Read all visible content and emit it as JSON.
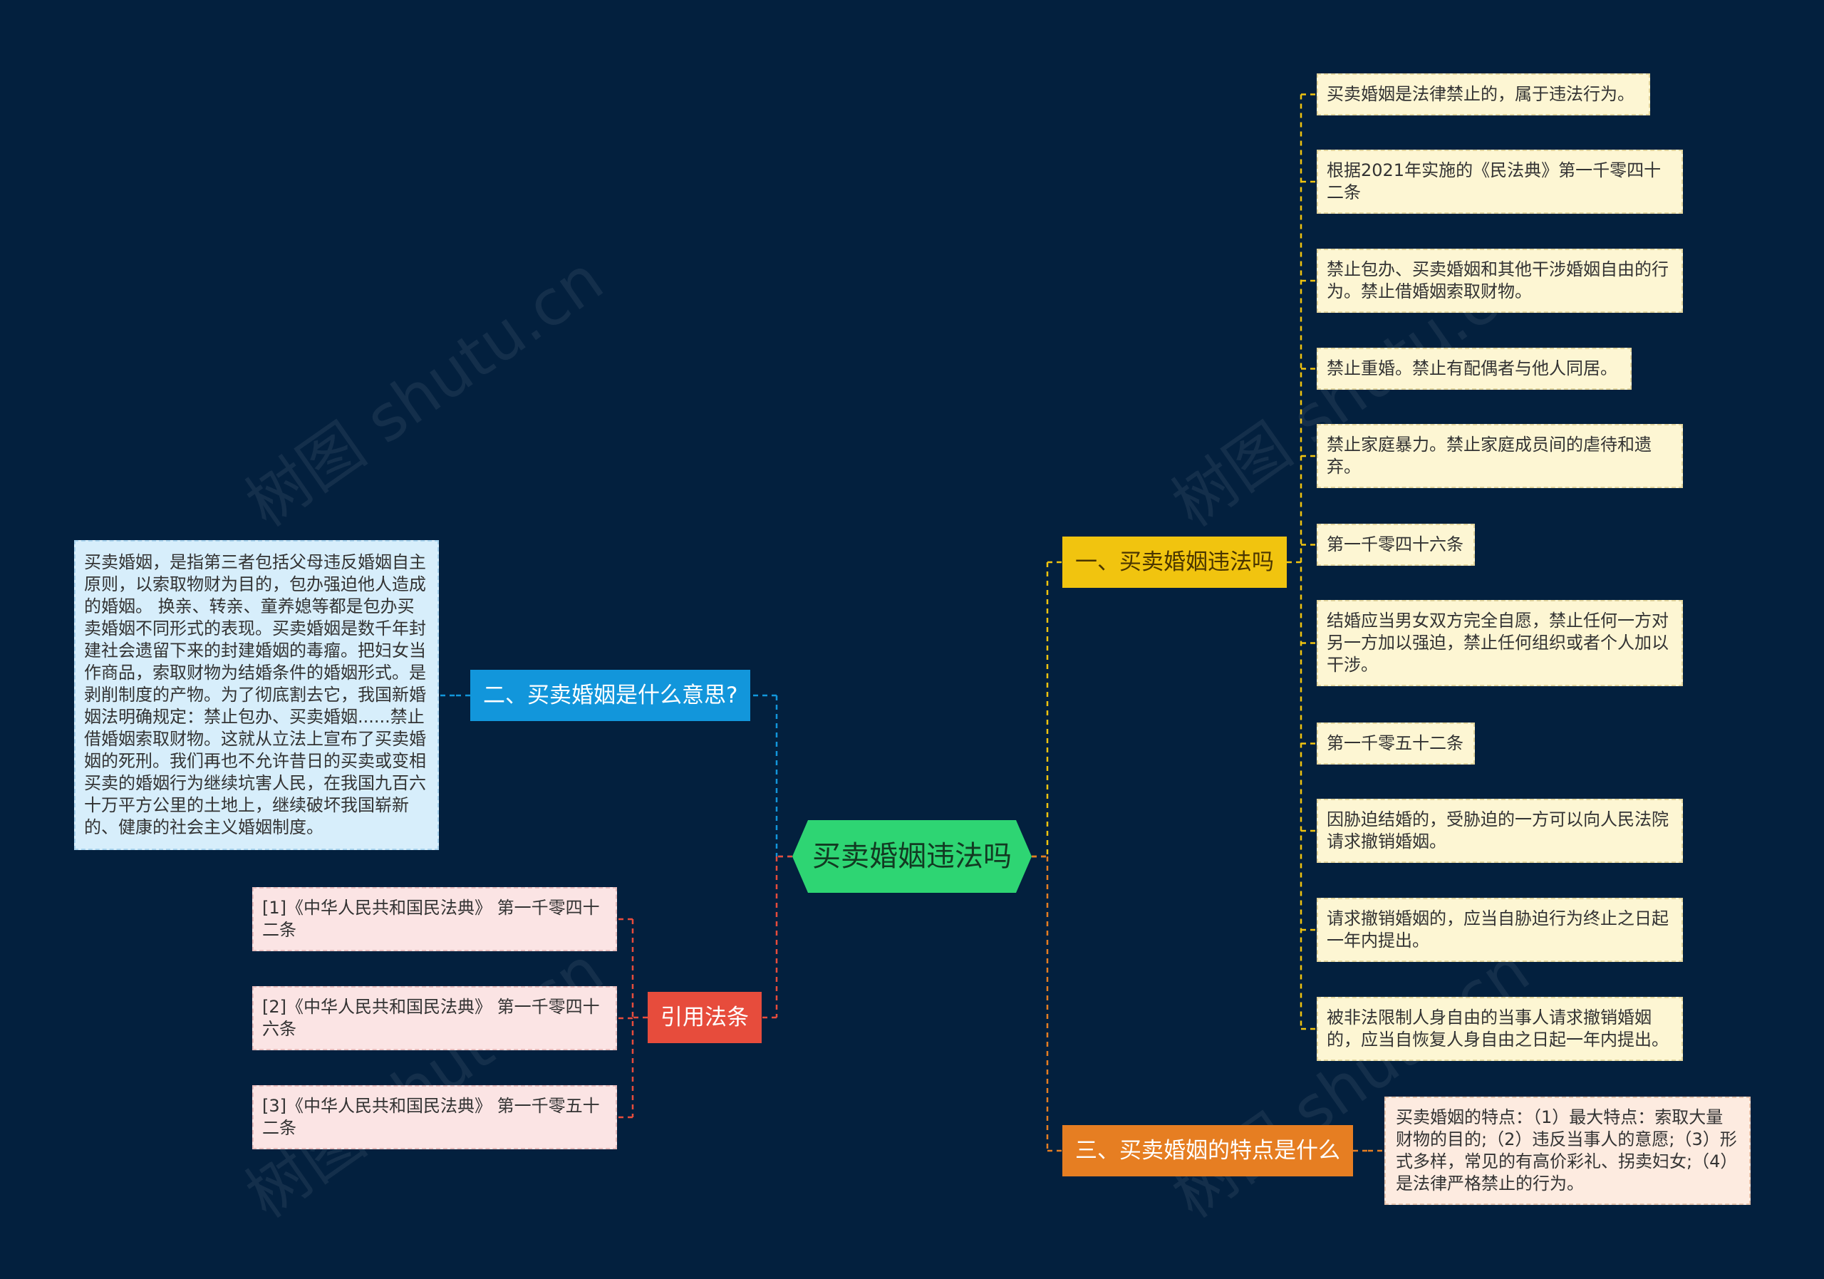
{
  "colors": {
    "background": "#03203e",
    "root": "#2ed573",
    "branch_1": "#f1c40f",
    "branch_2": "#1296db",
    "branch_3": "#e67e22",
    "branch_4": "#e74c3c"
  },
  "root": {
    "label": "买卖婚姻违法吗"
  },
  "branches": {
    "b1": {
      "label": "一、买卖婚姻违法吗",
      "children": [
        "买卖婚姻是法律禁止的，属于违法行为。",
        "根据2021年实施的《民法典》第一千零四十二条",
        "禁止包办、买卖婚姻和其他干涉婚姻自由的行为。禁止借婚姻索取财物。",
        "禁止重婚。禁止有配偶者与他人同居。",
        "禁止家庭暴力。禁止家庭成员间的虐待和遗弃。",
        "第一千零四十六条",
        "结婚应当男女双方完全自愿，禁止任何一方对另一方加以强迫，禁止任何组织或者个人加以干涉。",
        "第一千零五十二条",
        "因胁迫结婚的，受胁迫的一方可以向人民法院请求撤销婚姻。",
        "请求撤销婚姻的，应当自胁迫行为终止之日起一年内提出。",
        "被非法限制人身自由的当事人请求撤销婚姻的，应当自恢复人身自由之日起一年内提出。"
      ]
    },
    "b2": {
      "label": "二、买卖婚姻是什么意思?",
      "children": [
        "买卖婚姻，是指第三者包括父母违反婚姻自主原则，以索取物财为目的，包办强迫他人造成的婚姻。 换亲、转亲、童养媳等都是包办买卖婚姻不同形式的表现。买卖婚姻是数千年封建社会遗留下来的封建婚姻的毒瘤。把妇女当作商品，索取财物为结婚条件的婚姻形式。是剥削制度的产物。为了彻底割去它，我国新婚姻法明确规定：禁止包办、买卖婚姻......禁止借婚姻索取财物。这就从立法上宣布了买卖婚姻的死刑。我们再也不允许昔日的买卖或变相买卖的婚姻行为继续坑害人民，在我国九百六十万平方公里的土地上，继续破坏我国崭新的、健康的社会主义婚姻制度。"
      ]
    },
    "b3": {
      "label": "三、买卖婚姻的特点是什么",
      "children": [
        "买卖婚姻的特点：（1）最大特点：索取大量财物的目的;（2）违反当事人的意愿;（3）形式多样，常见的有高价彩礼、拐卖妇女;（4）是法律严格禁止的行为。"
      ]
    },
    "b4": {
      "label": "引用法条",
      "children": [
        "[1]《中华人民共和国民法典》 第一千零四十二条",
        "[2]《中华人民共和国民法典》 第一千零四十六条",
        "[3]《中华人民共和国民法典》 第一千零五十二条"
      ]
    }
  }
}
